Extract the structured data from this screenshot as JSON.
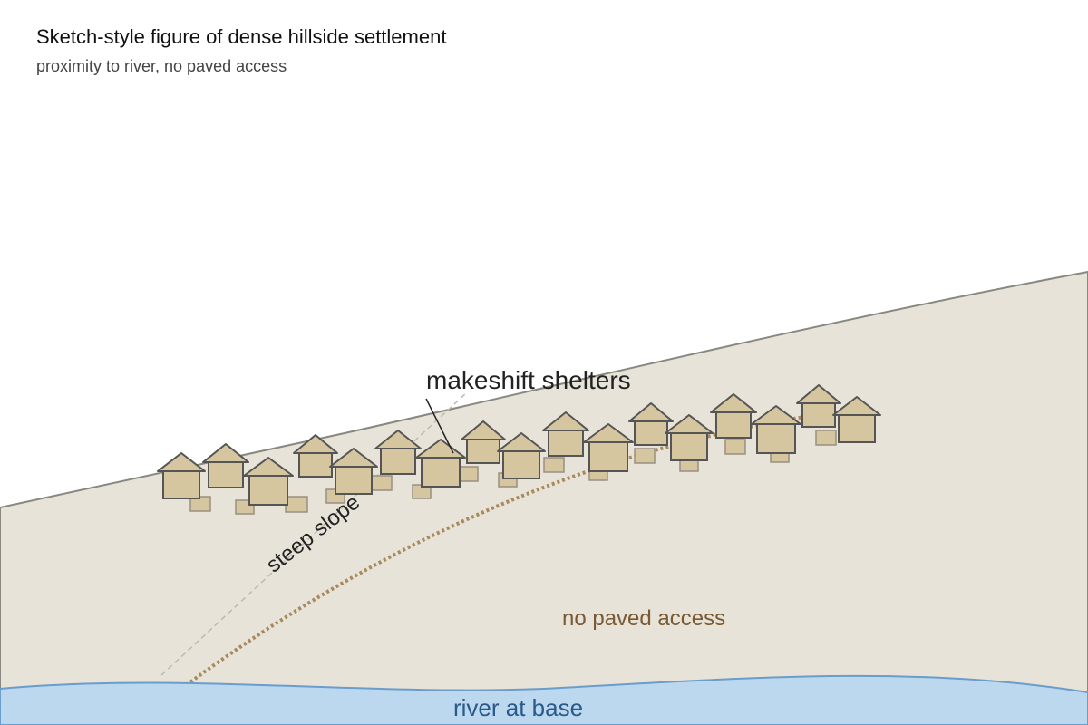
{
  "header": {
    "title": "Sketch-style figure of dense hillside settlement",
    "subtitle": "proximity to river, no paved access"
  },
  "labels": {
    "shelters": "makeshift shelters",
    "slope": "steep slope",
    "access": "no paved access",
    "river": "river at base"
  },
  "colors": {
    "hill_fill": "#e7e3d8",
    "hill_stroke": "#888880",
    "shelter_fill": "#d6c6a0",
    "shelter_stroke": "#555555",
    "crate_fill": "#d6c6a0",
    "crate_stroke": "#999080",
    "path_color": "#a88a5e",
    "guide_color": "#bbbbb0",
    "river_fill": "#bcd8ee",
    "river_stroke": "#6a9ccc",
    "river_text": "#2a5a8a",
    "access_text": "#7a5a32",
    "label_text": "#222222"
  }
}
